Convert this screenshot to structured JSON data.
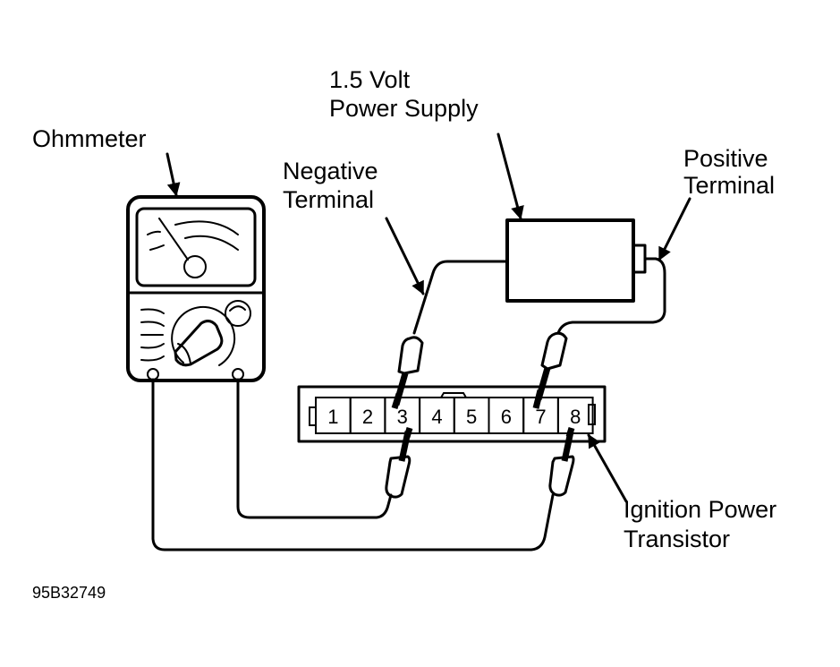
{
  "labels": {
    "ohmmeter": "Ohmmeter",
    "power_supply_line1": "1.5 Volt",
    "power_supply_line2": "Power Supply",
    "negative_line1": "Negative",
    "negative_line2": "Terminal",
    "positive_line1": "Positive",
    "positive_line2": "Terminal",
    "transistor_line1": "Ignition Power",
    "transistor_line2": "Transistor"
  },
  "connector_pins": [
    "1",
    "2",
    "3",
    "4",
    "5",
    "6",
    "7",
    "8"
  ],
  "figure_code": "95B32749",
  "connections": {
    "power_supply_negative_to_pin": "3",
    "power_supply_positive_to_pin": "7",
    "ohmmeter_right_lead_to_pin": "3",
    "ohmmeter_left_lead_to_pin": "8"
  }
}
